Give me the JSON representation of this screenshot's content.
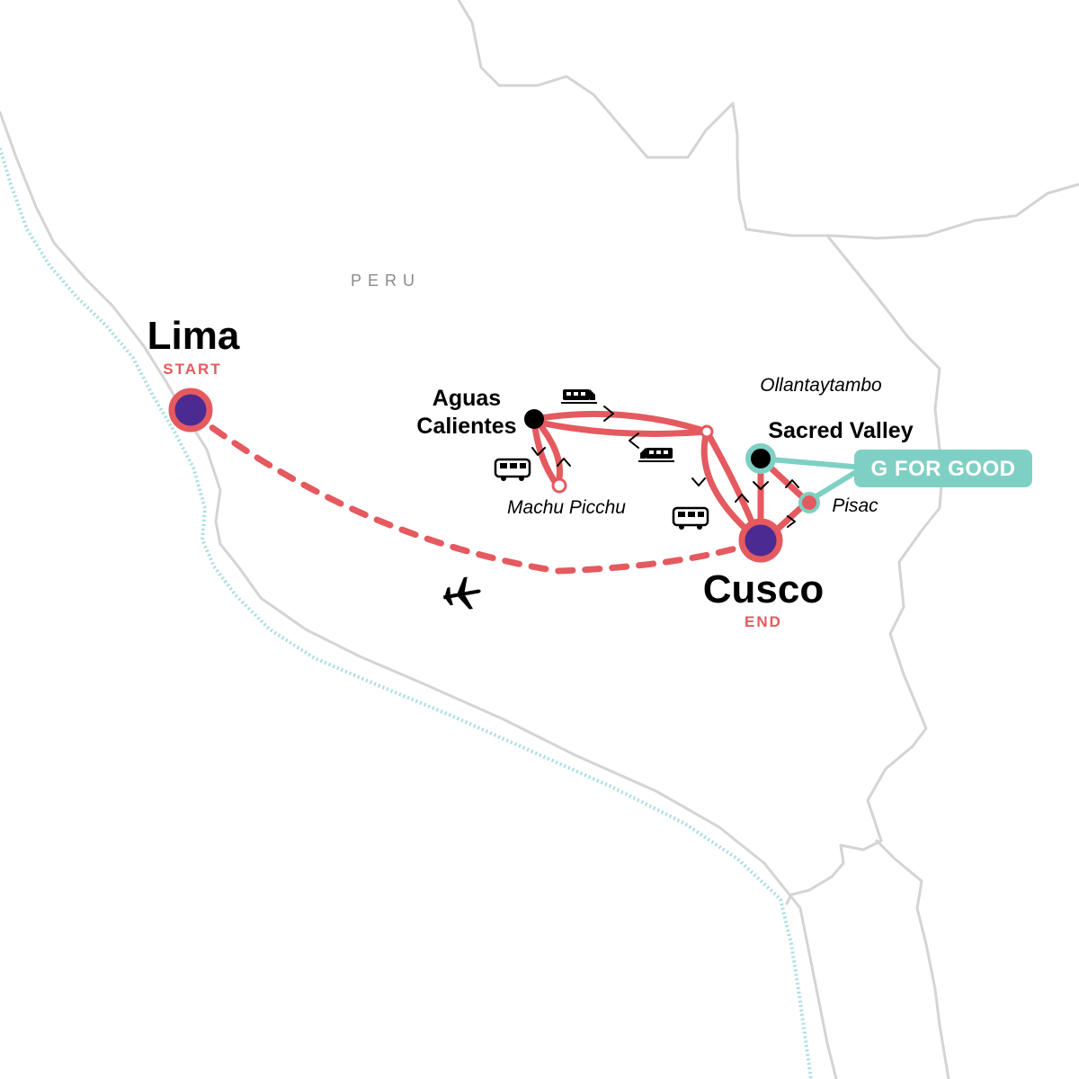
{
  "colors": {
    "route": "#e45a5f",
    "stop_fill": "#4b2a91",
    "g_for_good": "#7fd0c4",
    "border": "#d4d4d4",
    "coast": "#a8dde3",
    "text": "#000000",
    "muted_text": "#8a8a8a"
  },
  "map": {
    "country_label": "PERU",
    "cities": {
      "lima": {
        "name": "Lima",
        "tag": "START"
      },
      "cusco": {
        "name": "Cusco",
        "tag": "END"
      },
      "aguas_calientes": {
        "name_line1": "Aguas",
        "name_line2": "Calientes"
      },
      "sacred_valley": {
        "name": "Sacred Valley"
      },
      "ollantaytambo": {
        "name": "Ollantaytambo"
      },
      "machu_picchu": {
        "name": "Machu Picchu"
      },
      "pisac": {
        "name": "Pisac"
      }
    },
    "badge": {
      "label": "G FOR GOOD"
    },
    "transport_icons": [
      "plane-icon",
      "train-icon",
      "train-icon",
      "bus-icon",
      "bus-icon"
    ]
  }
}
